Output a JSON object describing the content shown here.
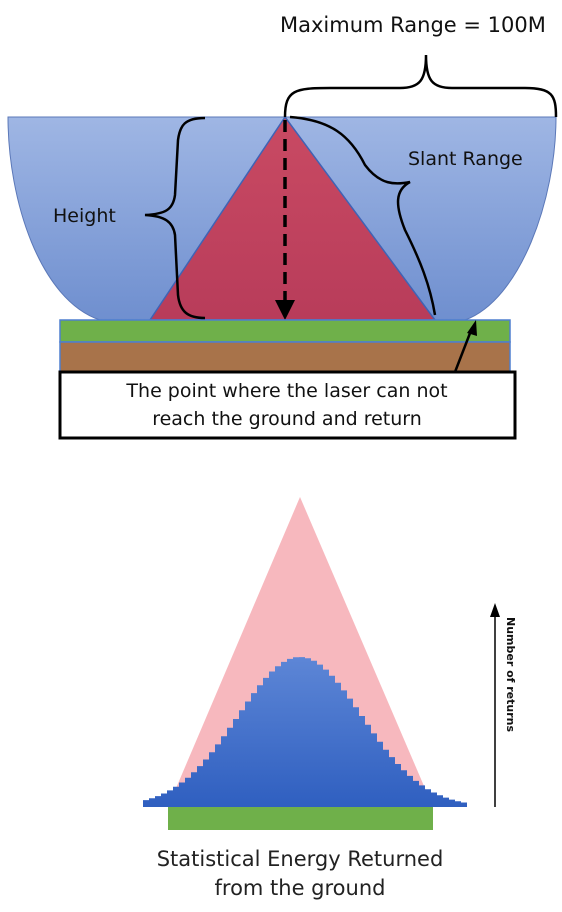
{
  "top_diagram": {
    "max_range_label": "Maximum Range = 100M",
    "slant_range_label": "Slant Range",
    "height_label": "Height",
    "callout_line1": "The point where the laser can not",
    "callout_line2": "reach the ground and return"
  },
  "bottom_diagram": {
    "returns_axis_label": "Number of returns",
    "caption_line1": "Statistical Energy Returned",
    "caption_line2": "from the ground"
  },
  "colors": {
    "bowl_fill": "#8ea7d8",
    "cone_fill": "#c5465f",
    "grass": "#6fb04a",
    "soil": "#a8734a",
    "pink_triangle": "#f7b8be",
    "bell_blue": "#3f6fc7"
  }
}
